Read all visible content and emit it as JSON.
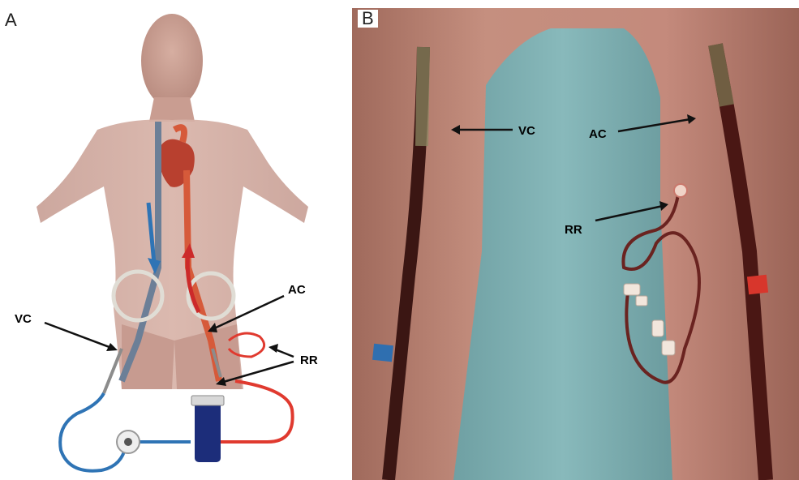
{
  "panels": [
    {
      "letter": "A"
    },
    {
      "letter": "B"
    }
  ],
  "panel_a_labels": {
    "vc": "VC",
    "ac": "AC",
    "rr": "RR"
  },
  "panel_b_labels": {
    "vc": "VC",
    "ac": "AC",
    "rr": "RR"
  },
  "colors": {
    "venous": "#2f74b5",
    "arterial": "#e03a2f",
    "body": "#cfa79c",
    "drape": "#7fb0b2",
    "skin": "#b88070"
  }
}
